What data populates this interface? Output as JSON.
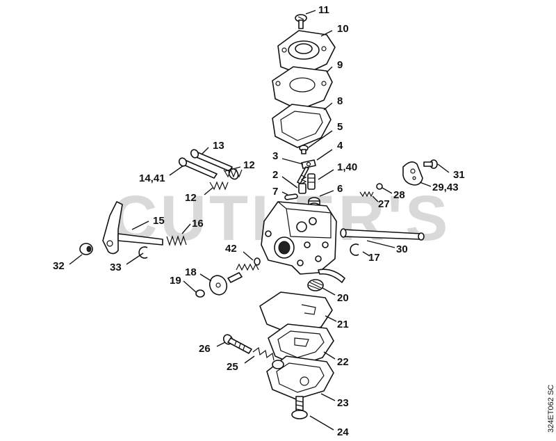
{
  "watermark": "CUTLER'S",
  "drawing_code": "324ET062 SC",
  "labels": {
    "p11": "11",
    "p10": "10",
    "p9": "9",
    "p8": "8",
    "p5": "5",
    "p4": "4",
    "p3": "3",
    "p2": "2",
    "p140": "1,40",
    "p7": "7",
    "p6": "6",
    "p13": "13",
    "p12a": "12",
    "p1441": "14,41",
    "p12b": "12",
    "p31": "31",
    "p2943": "29,43",
    "p28": "28",
    "p27": "27",
    "p15": "15",
    "p16": "16",
    "p32": "32",
    "p33": "33",
    "p42": "42",
    "p18": "18",
    "p19": "19",
    "p30": "30",
    "p17": "17",
    "p20": "20",
    "p21": "21",
    "p26": "26",
    "p22": "22",
    "p25": "25",
    "p23": "23",
    "p24": "24"
  }
}
